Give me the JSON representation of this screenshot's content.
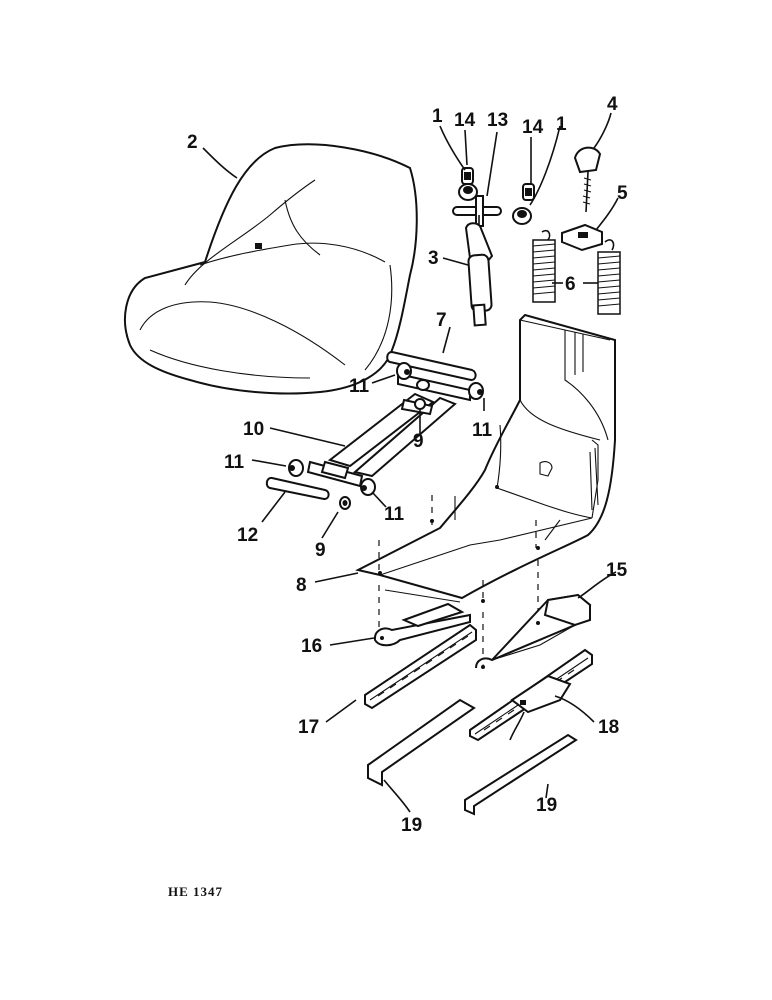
{
  "diagram": {
    "caption": "HE 1347",
    "callouts": [
      "1",
      "2",
      "3",
      "4",
      "5",
      "6",
      "7",
      "8",
      "9",
      "10",
      "11",
      "12",
      "13",
      "14",
      "15",
      "16",
      "17",
      "18",
      "19"
    ]
  },
  "labels": [
    {
      "id": "l-1a",
      "text": "1"
    },
    {
      "id": "l-14a",
      "text": "14"
    },
    {
      "id": "l-13",
      "text": "13"
    },
    {
      "id": "l-14b",
      "text": "14"
    },
    {
      "id": "l-1b",
      "text": "1"
    },
    {
      "id": "l-4",
      "text": "4"
    },
    {
      "id": "l-2",
      "text": "2"
    },
    {
      "id": "l-5",
      "text": "5"
    },
    {
      "id": "l-3",
      "text": "3"
    },
    {
      "id": "l-6",
      "text": "6"
    },
    {
      "id": "l-7",
      "text": "7"
    },
    {
      "id": "l-11a",
      "text": "11"
    },
    {
      "id": "l-11b",
      "text": "11"
    },
    {
      "id": "l-10",
      "text": "10"
    },
    {
      "id": "l-9a",
      "text": "9"
    },
    {
      "id": "l-11c",
      "text": "11"
    },
    {
      "id": "l-11d",
      "text": "11"
    },
    {
      "id": "l-12",
      "text": "12"
    },
    {
      "id": "l-9b",
      "text": "9"
    },
    {
      "id": "l-8",
      "text": "8"
    },
    {
      "id": "l-15",
      "text": "15"
    },
    {
      "id": "l-16",
      "text": "16"
    },
    {
      "id": "l-17",
      "text": "17"
    },
    {
      "id": "l-18",
      "text": "18"
    },
    {
      "id": "l-19a",
      "text": "19"
    },
    {
      "id": "l-19b",
      "text": "19"
    }
  ]
}
